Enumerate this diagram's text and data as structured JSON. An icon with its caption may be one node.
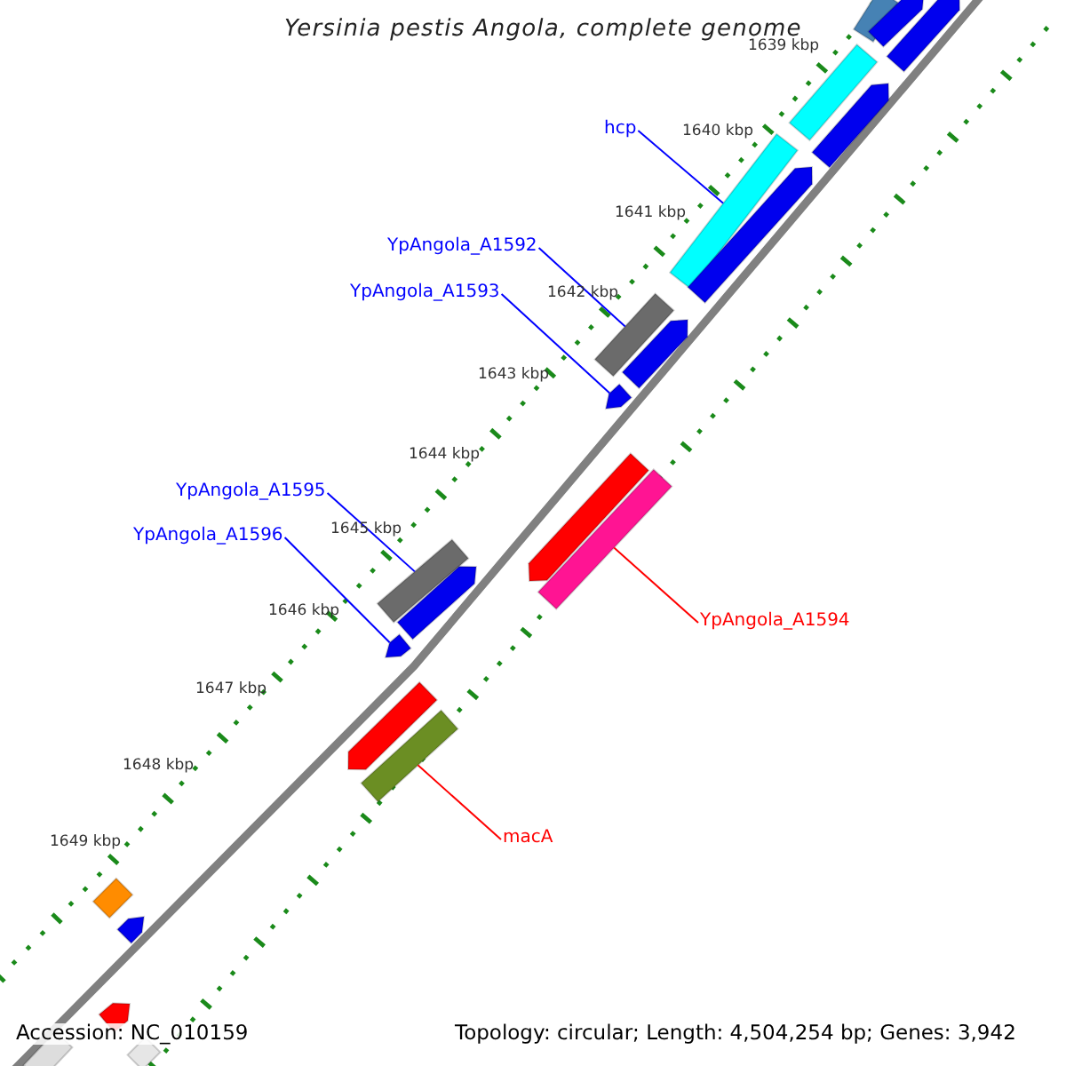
{
  "diagram": {
    "title": "Yersinia pestis Angola, complete genome",
    "nodes": [
      {
        "text": [],
        "shape": "bar"
      },
      {
        "text": [],
        "shape": "bar"
      },
      {
        "text": [],
        "shape": "bar"
      },
      {
        "text": [],
        "shape": "bar"
      },
      {
        "text": [],
        "shape": "bar"
      },
      {
        "text": [
          "hcp"
        ]
      },
      {
        "text": [],
        "shape": "bar"
      },
      {
        "text": [],
        "shape": "bar"
      },
      {
        "text": [
          "YpAngola_A1592"
        ]
      },
      {
        "text": [
          "YpAngola_A1593"
        ]
      },
      {
        "text": [],
        "shape": "bar"
      },
      {
        "text": [],
        "shape": "bar"
      },
      {
        "text": [],
        "shape": "bar"
      },
      {
        "text": [],
        "shape": "bar"
      },
      {
        "text": [],
        "shape": "bar"
      },
      {
        "text": [
          "YpAngola_A1595"
        ]
      },
      {
        "text": [
          "YpAngola_A1596"
        ]
      },
      {
        "text": [],
        "shape": "bar"
      },
      {
        "text": [],
        "shape": "bar"
      },
      {
        "text": [
          "YpAngola_A1594"
        ]
      },
      {
        "text": [],
        "shape": "bar"
      },
      {
        "text": [],
        "shape": "bar"
      },
      {
        "text": [],
        "shape": "bar"
      },
      {
        "text": [
          "macA"
        ]
      },
      {
        "text": [],
        "shape": "bar"
      },
      {
        "text": [],
        "shape": "bar"
      },
      {
        "text": [],
        "shape": "bar"
      },
      {
        "text": [],
        "shape": "bar"
      },
      {
        "text": [],
        "shape": "bar"
      }
    ],
    "edges": [
      {
        "from": 5,
        "to": 6,
        "arrow": "none"
      },
      {
        "from": 8,
        "to": 10,
        "arrow": "none"
      },
      {
        "from": 9,
        "to": 12,
        "arrow": "none"
      },
      {
        "from": 15,
        "to": 17,
        "arrow": "none"
      },
      {
        "from": 16,
        "to": 20,
        "arrow": "none"
      },
      {
        "from": 19,
        "to": 14,
        "arrow": "none",
        "color": "#ff0000"
      },
      {
        "from": 23,
        "to": 22,
        "arrow": "none",
        "color": "#ff0000"
      }
    ],
    "labels": [
      "1639 kbp",
      "1640 kbp",
      "1641 kbp",
      "1642 kbp",
      "1643 kbp",
      "1644 kbp",
      "1645 kbp",
      "1646 kbp",
      "1647 kbp",
      "1648 kbp",
      "1649 kbp",
      "Accession: NC_010159",
      "Topology: circular; Length: 4,504,254 bp; Genes: 3,942"
    ]
  }
}
